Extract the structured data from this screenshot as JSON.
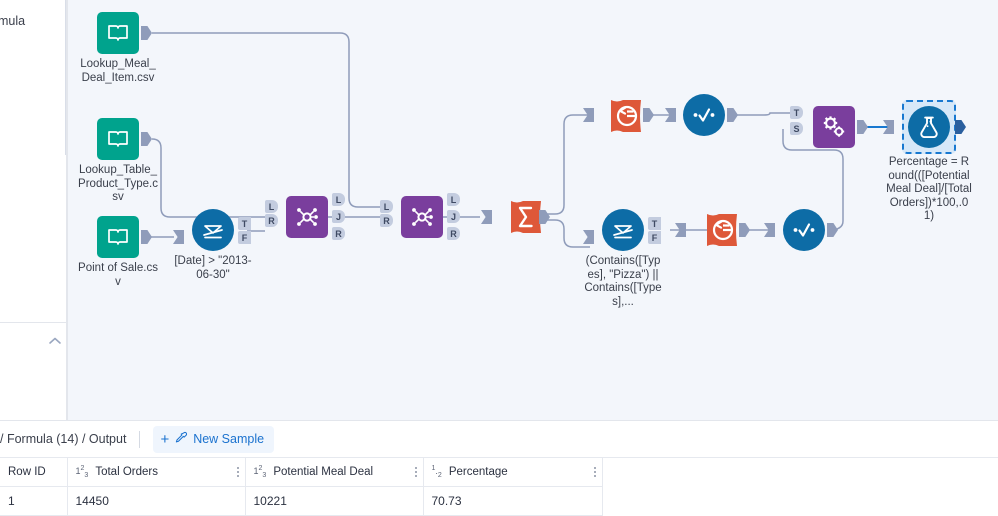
{
  "app": {
    "canvas_background": "#f3f6fb"
  },
  "left_panel": {
    "label": "mula",
    "collapse_icon": "chevron-up-icon"
  },
  "canvas": {
    "nodes": [
      {
        "id": "n1",
        "icon": "book-input-data-icon",
        "shape": "square",
        "color": "#00A38D",
        "label": "Lookup_Meal_Deal_Item.csv"
      },
      {
        "id": "n2",
        "icon": "book-input-data-icon",
        "shape": "square",
        "color": "#00A38D",
        "label": "Lookup_Table_Product_Type.csv"
      },
      {
        "id": "n3",
        "icon": "book-input-data-icon",
        "shape": "square",
        "color": "#00A38D",
        "label": "Point of Sale.csv"
      },
      {
        "id": "n4",
        "icon": "filter-funnel-icon",
        "shape": "circle",
        "color": "#0D6CA6",
        "label": "[Date] > \"2013-06-30\""
      },
      {
        "id": "n5",
        "icon": "join-icon",
        "shape": "square",
        "color": "#7A3E9D",
        "label": ""
      },
      {
        "id": "n6",
        "icon": "join-icon",
        "shape": "square",
        "color": "#7A3E9D",
        "label": ""
      },
      {
        "id": "n7",
        "icon": "summarize-sigma-icon",
        "shape": "flag",
        "color": "#DE5839",
        "label": ""
      },
      {
        "id": "n8",
        "icon": "count-records-icon",
        "shape": "flag",
        "color": "#DE5839",
        "label": ""
      },
      {
        "id": "n9",
        "icon": "select-checkmark-icon",
        "shape": "circle",
        "color": "#0D6CA6",
        "label": ""
      },
      {
        "id": "n10",
        "icon": "filter-funnel-icon",
        "shape": "circle",
        "color": "#0D6CA6",
        "label": "(Contains([Types], \"Pizza\") || Contains([Types],..."
      },
      {
        "id": "n11",
        "icon": "count-records-icon",
        "shape": "flag",
        "color": "#DE5839",
        "label": ""
      },
      {
        "id": "n12",
        "icon": "select-checkmark-icon",
        "shape": "circle",
        "color": "#0D6CA6",
        "label": ""
      },
      {
        "id": "n13",
        "icon": "append-fields-gears-icon",
        "shape": "square",
        "color": "#7A3E9D",
        "label": ""
      },
      {
        "id": "n14",
        "icon": "formula-flask-icon",
        "shape": "circle",
        "color": "#0D6CA6",
        "label": "Percentage = Round(([Potential Meal Deal]/[Total Orders])*100,.01)",
        "selected": true
      }
    ],
    "anchor_labels": {
      "left": "L",
      "right": "R",
      "join": "J",
      "true": "T",
      "false": "F",
      "target": "T",
      "source": "S"
    }
  },
  "results": {
    "breadcrumb": "/ Formula (14) / Output",
    "new_sample_label": "New Sample",
    "new_sample_icon": "eyedropper-icon",
    "plus_icon": "plus-icon",
    "menu_icon": "kebab-menu-icon",
    "columns": [
      {
        "name": "Row ID",
        "type_icon": ""
      },
      {
        "name": "Total Orders",
        "type_icon": "int"
      },
      {
        "name": "Potential Meal Deal",
        "type_icon": "int"
      },
      {
        "name": "Percentage",
        "type_icon": "double"
      }
    ],
    "rows": [
      {
        "row_id": "1",
        "total_orders": "14450",
        "potential_meal_deal": "10221",
        "percentage": "70.73"
      }
    ]
  }
}
